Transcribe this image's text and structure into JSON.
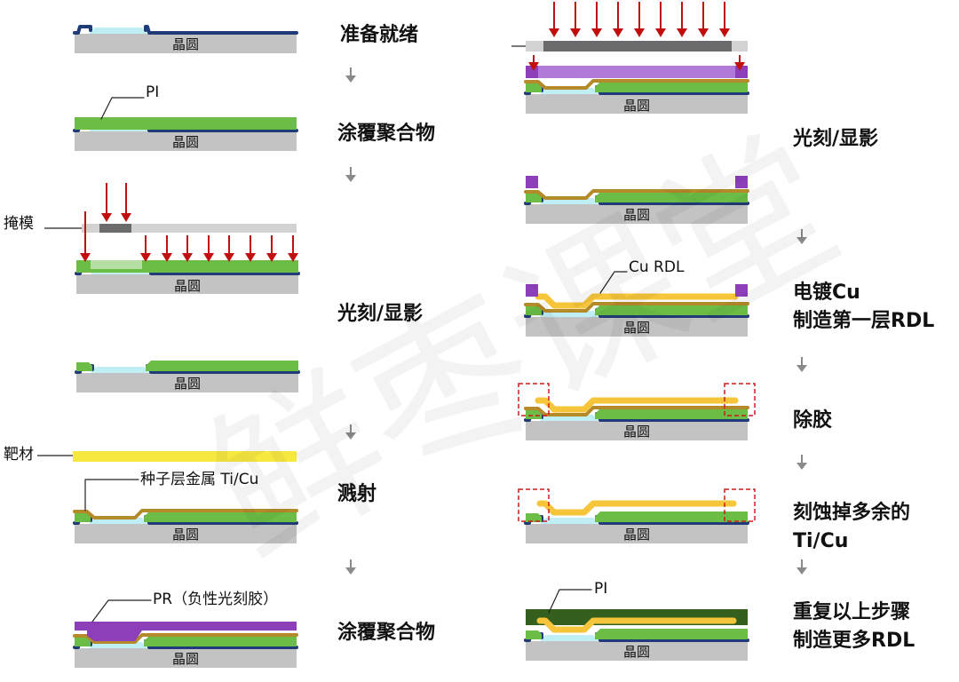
{
  "colors": {
    "wafer": "#c3c3c3",
    "pad": "#bfeff5",
    "passivation": "#203c78",
    "polyimide": "#6cbd45",
    "polyimide_dark": "#355f1d",
    "seed_metal": "#b58a28",
    "copper_rdl": "#f6c53a",
    "photoresist": "#8c3fb9",
    "target": "#f7e840",
    "mask": "#d2d2d2",
    "mask_opaque": "#6b6b6b",
    "uv_arrow": "#c21010",
    "flow_arrow": "#8a8a8a",
    "highlight_box": "#cc1a1a"
  },
  "wafer_label": "晶圆",
  "watermark": "鲜枣课堂",
  "labels": {
    "pi": "PI",
    "mask": "掩模",
    "target": "靶材",
    "seed_layer": "种子层金属 Ti/Cu",
    "pr": "PR（负性光刻胶）",
    "cu_rdl": "Cu RDL",
    "pi_top": "PI"
  },
  "steps_left": [
    "准备就绪",
    "涂覆聚合物",
    "光刻/显影",
    "溅射",
    "涂覆聚合物"
  ],
  "steps_right": {
    "litho": "光刻/显影",
    "plating": [
      "电镀Cu",
      "制造第一层RDL"
    ],
    "strip": "除胶",
    "etch": [
      "刻蚀掉多余的",
      "Ti/Cu"
    ],
    "repeat": [
      "重复以上步骤",
      "制造更多RDL"
    ]
  }
}
